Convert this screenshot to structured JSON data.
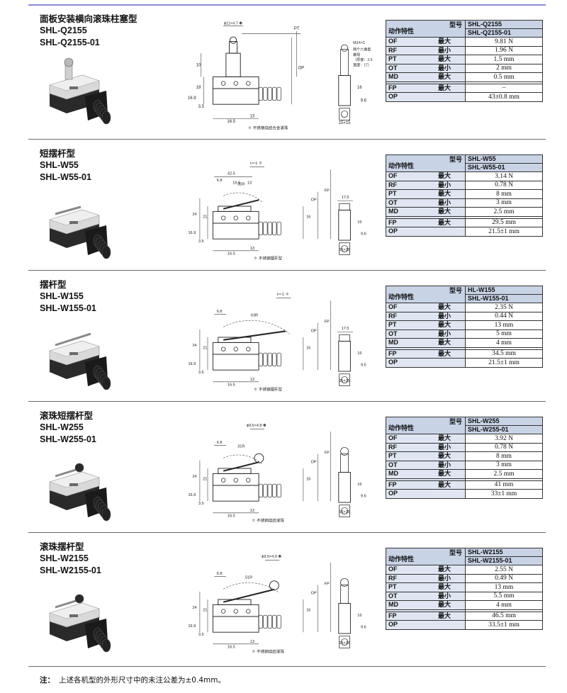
{
  "header_note": "注：",
  "footer_note": "上述各机型的外形尺寸中的未注公差为±0.4mm。",
  "table_labels": {
    "model": "型号",
    "characteristics": "动作特性"
  },
  "sections": [
    {
      "name": "面板安装横向滚珠柱塞型",
      "models": [
        "SHL-Q2155",
        "SHL-Q2155-01"
      ],
      "drawing_note": "✽ 不锈钢烧结合金滚珠",
      "dims": [
        "ϕ11×4.7 ✽",
        "PT",
        "OP",
        "10",
        "19",
        "16.9",
        "3.5",
        "16.5",
        "13",
        "M14×1",
        "两个六角型",
        "螺母",
        "（厚度：2.5",
        "宽度：17）",
        "16",
        "9.6",
        "15×15"
      ],
      "specs": [
        {
          "k": "OF",
          "q": "最大",
          "v": "9.81 N"
        },
        {
          "k": "RF",
          "q": "最小",
          "v": "1.96 N"
        },
        {
          "k": "PT",
          "q": "最大",
          "v": "1.5 mm"
        },
        {
          "k": "OT",
          "q": "最小",
          "v": "2 mm"
        },
        {
          "k": "MD",
          "q": "最大",
          "v": "0.5 mm"
        },
        {
          "k": "FP",
          "q": "最大",
          "v": "–"
        },
        {
          "k": "OP",
          "q": "",
          "v": "43±0.8 mm"
        }
      ]
    },
    {
      "name": "短摆杆型",
      "models": [
        "SHL-W55",
        "SHL-W55-01"
      ],
      "drawing_note": "✽ 不锈钢摆杆型",
      "dims": [
        "t＝1 ✽",
        "35R",
        "42.5",
        "6.8",
        "16.5",
        "13",
        "24",
        "21",
        "16.9",
        "3.5",
        "16",
        "OP",
        "FP",
        "17.5",
        "16",
        "9.6",
        "15×15",
        "16.5",
        "13"
      ],
      "specs": [
        {
          "k": "OF",
          "q": "最大",
          "v": "3.14 N"
        },
        {
          "k": "RF",
          "q": "最小",
          "v": "0.78 N"
        },
        {
          "k": "PT",
          "q": "最大",
          "v": "8 mm"
        },
        {
          "k": "OT",
          "q": "最小",
          "v": "3 mm"
        },
        {
          "k": "MD",
          "q": "最大",
          "v": "2.5 mm"
        },
        {
          "k": "FP",
          "q": "最大",
          "v": "29.5 mm"
        },
        {
          "k": "OP",
          "q": "",
          "v": "21.5±1 mm"
        }
      ]
    },
    {
      "name": "摆杆型",
      "models": [
        "SHL-W155",
        "SHL-W155-01"
      ],
      "drawing_note": "✽ 不锈钢摆杆型",
      "dims": [
        "t＝1 ✽",
        "63R",
        "6.8",
        "24",
        "21",
        "16.9",
        "3.5",
        "16",
        "OP",
        "FP",
        "17.5",
        "16",
        "9.6",
        "15×15",
        "16.5",
        "13"
      ],
      "specs": [
        {
          "k": "OF",
          "q": "最大",
          "v": "2.35 N"
        },
        {
          "k": "RF",
          "q": "最小",
          "v": "0.44 N"
        },
        {
          "k": "PT",
          "q": "最大",
          "v": "13 mm"
        },
        {
          "k": "OT",
          "q": "最小",
          "v": "5 mm"
        },
        {
          "k": "MD",
          "q": "最大",
          "v": "4 mm"
        },
        {
          "k": "FP",
          "q": "最大",
          "v": "34.5 mm"
        },
        {
          "k": "OP",
          "q": "",
          "v": "21.5±1 mm"
        }
      ]
    },
    {
      "name": "滚珠短摆杆型",
      "models": [
        "SHL-W255",
        "SHL-W255-01"
      ],
      "drawing_note": "✽ 不锈钢烧结滚珠",
      "dims": [
        "ϕ9.5×4.8 ✽",
        "31R",
        "6.8",
        "24",
        "21",
        "16.9",
        "3.5",
        "16",
        "OP",
        "FP",
        "16",
        "9.6",
        "15×15",
        "16.5",
        "13"
      ],
      "specs": [
        {
          "k": "OF",
          "q": "最大",
          "v": "3.92 N"
        },
        {
          "k": "RF",
          "q": "最小",
          "v": "0.78 N"
        },
        {
          "k": "PT",
          "q": "最大",
          "v": "8 mm"
        },
        {
          "k": "OT",
          "q": "最小",
          "v": "3 mm"
        },
        {
          "k": "MD",
          "q": "最大",
          "v": "2.5 mm"
        },
        {
          "k": "FP",
          "q": "最大",
          "v": "41 mm"
        },
        {
          "k": "OP",
          "q": "",
          "v": "33±1 mm"
        }
      ]
    },
    {
      "name": "滚珠摆杆型",
      "models": [
        "SHL-W2155",
        "SHL-W2155-01"
      ],
      "drawing_note": "✽ 不锈钢烧结滚珠",
      "dims": [
        "ϕ9.5×4.0 ✽",
        "51R",
        "6.8",
        "24",
        "21",
        "16.9",
        "3.5",
        "16",
        "OP",
        "FP",
        "16",
        "9.6",
        "15×15",
        "16.5",
        "13"
      ],
      "specs": [
        {
          "k": "OF",
          "q": "最大",
          "v": "2.55 N"
        },
        {
          "k": "RF",
          "q": "最小",
          "v": "0.49 N"
        },
        {
          "k": "PT",
          "q": "最大",
          "v": "13 mm"
        },
        {
          "k": "OT",
          "q": "最小",
          "v": "5.5 mm"
        },
        {
          "k": "MD",
          "q": "最大",
          "v": "4 mm"
        },
        {
          "k": "FP",
          "q": "最大",
          "v": "46.5 mm"
        },
        {
          "k": "OP",
          "q": "",
          "v": "33.5±1 mm"
        }
      ]
    }
  ]
}
